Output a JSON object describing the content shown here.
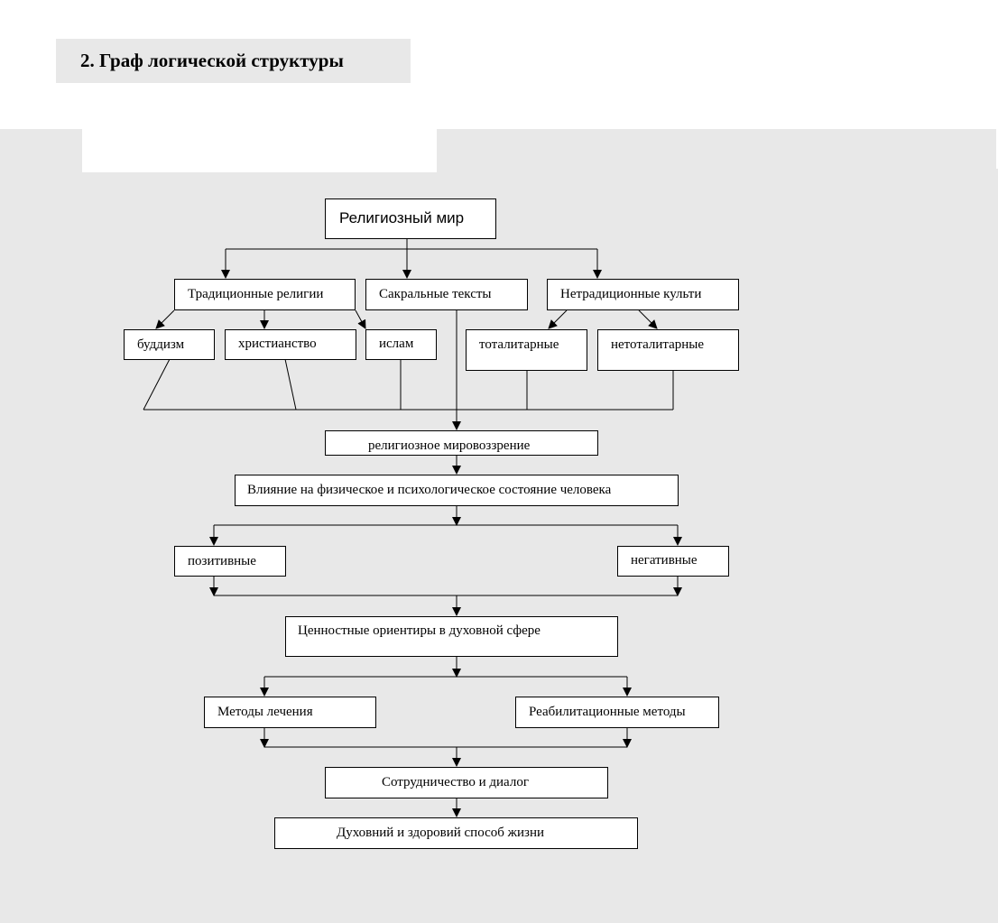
{
  "heading": {
    "number": "2",
    "title": "2. Граф логической структуры"
  },
  "nodes": {
    "root": "Религиозный мир",
    "traditional": "Традиционные религии",
    "sacred": "Сакральные  тексты",
    "nontraditional": "Нетрадиционные культи",
    "buddhism": "буддизм",
    "christianity": "христианство",
    "islam": "ислам",
    "totalitarian": "тоталитарные",
    "nontotalitarian": "нетоталитарные",
    "worldview": "религиозное мировоззрение",
    "influence": "Влияние на физическое и  психологическое состояние человека",
    "positive": "позитивные",
    "negative": "негативные",
    "values": "Ценностные ориентиры в духовной сфере",
    "treatment": "Методы лечения",
    "rehab": "Реабилитационные методы",
    "cooperation": "Сотрудничество и диалог",
    "lifestyle": "Духовний и здоровий способ жизни"
  },
  "colors": {
    "background": "#e8e8e8",
    "box_fill": "#ffffff",
    "stroke": "#000000"
  }
}
